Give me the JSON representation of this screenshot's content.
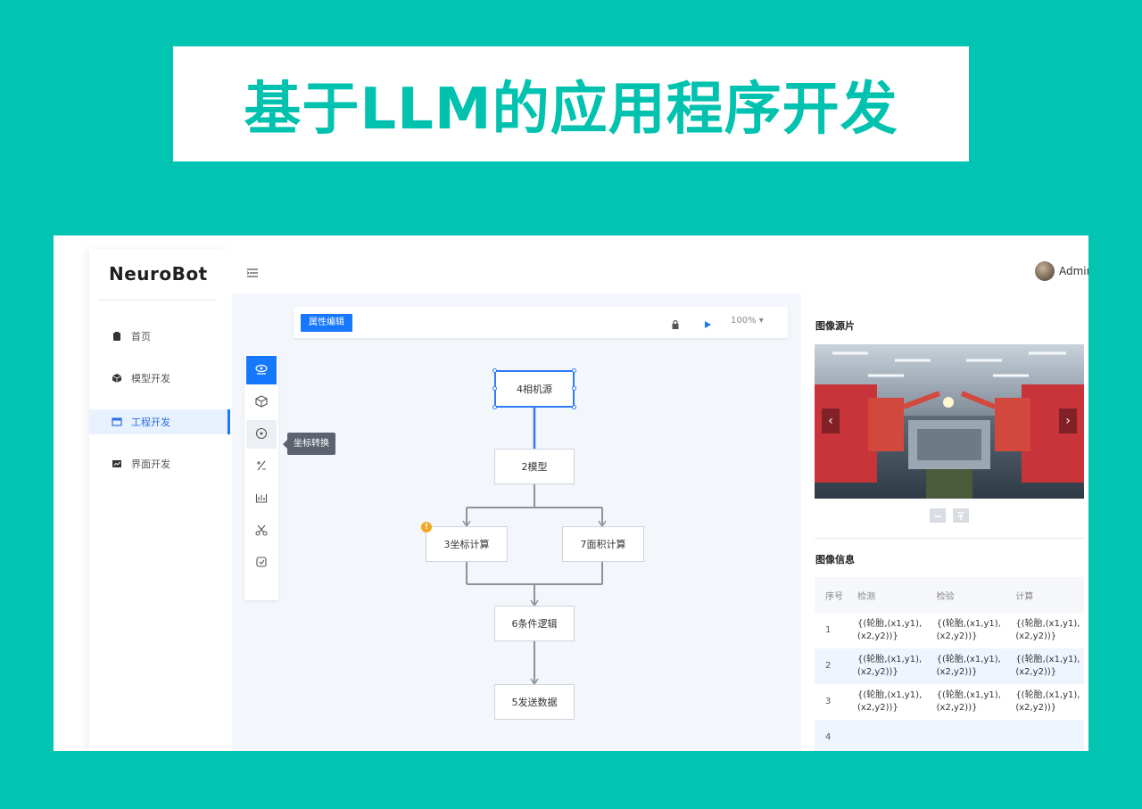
{
  "banner": {
    "title": "基于LLM的应用程序开发"
  },
  "app": {
    "logo": "NeuroBot"
  },
  "sidebar": {
    "items": [
      {
        "label": "首页",
        "icon": "home-icon",
        "active": false
      },
      {
        "label": "模型开发",
        "icon": "cube-icon",
        "active": false
      },
      {
        "label": "工程开发",
        "icon": "window-icon",
        "active": true
      },
      {
        "label": "界面开发",
        "icon": "chart-icon",
        "active": false
      }
    ]
  },
  "header": {
    "user_name": "Admin"
  },
  "toolbar": {
    "property_label": "属性编辑",
    "zoom": "100%"
  },
  "tools": {
    "tooltip": "坐标转换",
    "items": [
      "camera-icon",
      "cube-icon",
      "target-icon",
      "calculator-icon",
      "measure-icon",
      "scissors-icon",
      "capture-icon"
    ]
  },
  "flow": {
    "nodes": {
      "camera": "4相机源",
      "model": "2模型",
      "calc_left": "3坐标计算",
      "calc_right": "7面积计算",
      "logic": "6条件逻辑",
      "send": "5发送数据"
    }
  },
  "right_panel": {
    "preview_title": "图像源片",
    "info_title": "图像信息",
    "table": {
      "headers": [
        "序号",
        "检测",
        "检验",
        "计算"
      ],
      "rows": [
        {
          "idx": "1",
          "c1": "{(轮胎,(x1,y1),(x2,y2))}",
          "c2": "{(轮胎,(x1,y1),(x2,y2))}",
          "c3": "{(轮胎,(x1,y1),(x2,y2))}"
        },
        {
          "idx": "2",
          "c1": "{(轮胎,(x1,y1),(x2,y2))}",
          "c2": "{(轮胎,(x1,y1),(x2,y2))}",
          "c3": "{(轮胎,(x1,y1),(x2,y2))}"
        },
        {
          "idx": "3",
          "c1": "{(轮胎,(x1,y1),(x2,y2))}",
          "c2": "{(轮胎,(x1,y1),(x2,y2))}",
          "c3": "{(轮胎,(x1,y1),(x2,y2))}"
        },
        {
          "idx": "4",
          "c1": "",
          "c2": "",
          "c3": ""
        }
      ]
    }
  },
  "colors": {
    "background": "#01c4b3",
    "accent": "#1677ff",
    "warning": "#f5a623"
  }
}
